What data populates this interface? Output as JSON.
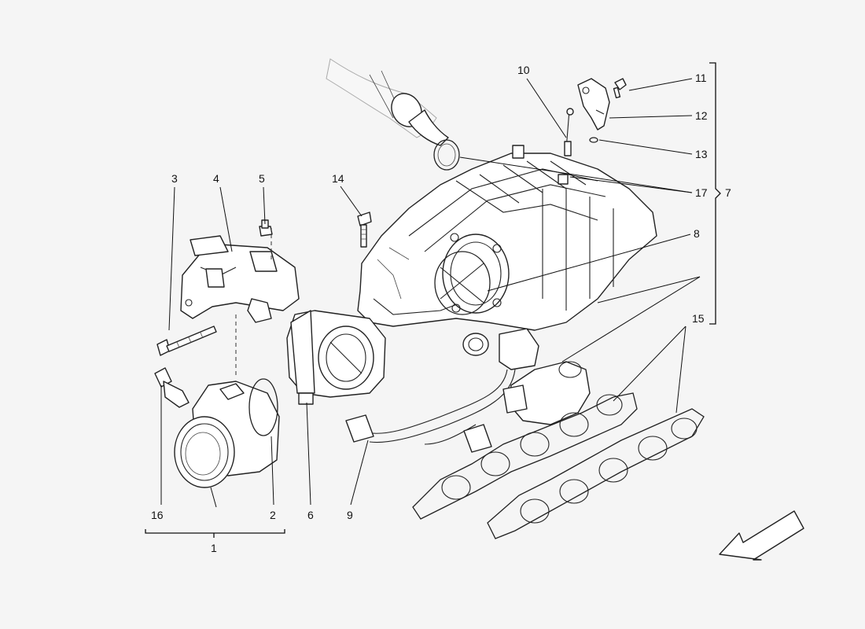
{
  "callouts": {
    "c1": "1",
    "c2": "2",
    "c3": "3",
    "c4": "4",
    "c5": "5",
    "c6": "6",
    "c7": "7",
    "c8": "8",
    "c9": "9",
    "c10": "10",
    "c11": "11",
    "c12": "12",
    "c13": "13",
    "c14": "14",
    "c15": "15",
    "c16": "16",
    "c17": "17"
  },
  "colors": {
    "line": "#222222",
    "paper": "#f5f5f5",
    "fill": "#ffffff"
  },
  "icons": {
    "direction": "direction-arrow-icon"
  }
}
